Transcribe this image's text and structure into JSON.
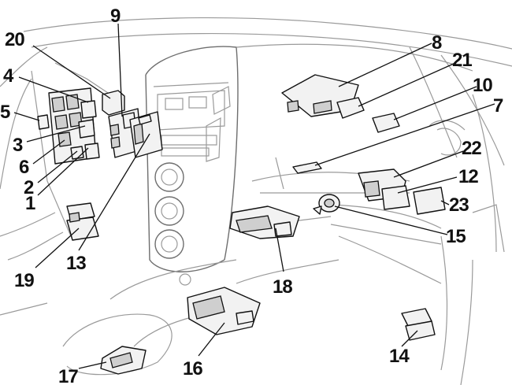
{
  "callouts": [
    {
      "id": "c1",
      "text": "1"
    },
    {
      "id": "c2",
      "text": "2"
    },
    {
      "id": "c3",
      "text": "3"
    },
    {
      "id": "c4",
      "text": "4"
    },
    {
      "id": "c5",
      "text": "5"
    },
    {
      "id": "c6",
      "text": "6"
    },
    {
      "id": "c7",
      "text": "7"
    },
    {
      "id": "c8",
      "text": "8"
    },
    {
      "id": "c9",
      "text": "9"
    },
    {
      "id": "c10",
      "text": "10"
    },
    {
      "id": "c12",
      "text": "12"
    },
    {
      "id": "c13",
      "text": "13"
    },
    {
      "id": "c14",
      "text": "14"
    },
    {
      "id": "c15",
      "text": "15"
    },
    {
      "id": "c16",
      "text": "16"
    },
    {
      "id": "c17",
      "text": "17"
    },
    {
      "id": "c18",
      "text": "18"
    },
    {
      "id": "c19",
      "text": "19"
    },
    {
      "id": "c20",
      "text": "20"
    },
    {
      "id": "c21",
      "text": "21"
    },
    {
      "id": "c22",
      "text": "22"
    },
    {
      "id": "c23",
      "text": "23"
    }
  ]
}
